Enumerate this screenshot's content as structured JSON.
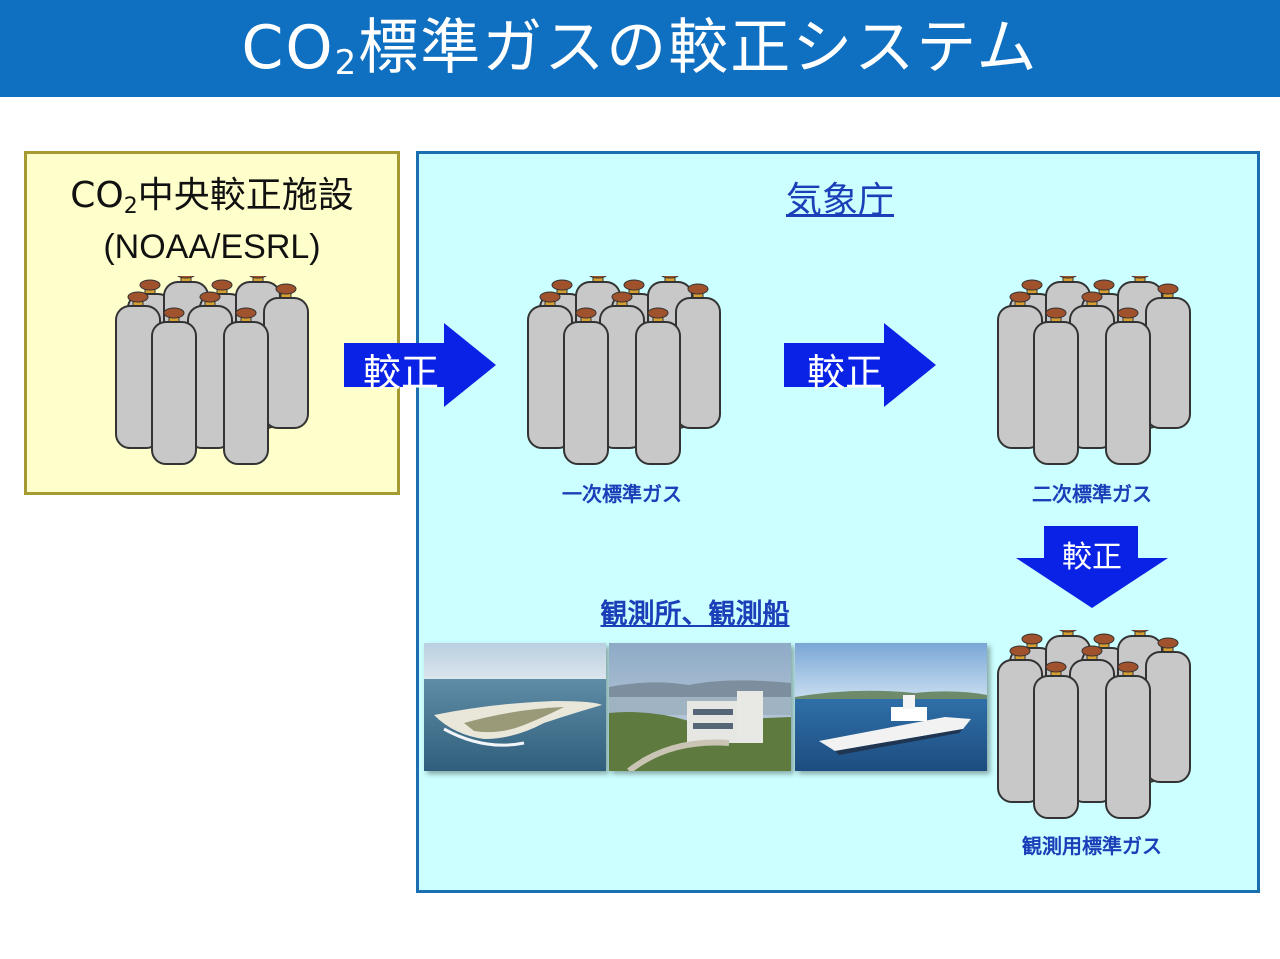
{
  "header": {
    "title_main": "CO",
    "title_sub": "2",
    "title_rest": "標準ガスの較正システム"
  },
  "central_facility": {
    "name_main": "CO",
    "name_sub": "2",
    "name_rest": "中央較正施設",
    "abbr": "(NOAA/ESRL)"
  },
  "jma": {
    "title": "気象庁"
  },
  "arrows": {
    "a1": "較正",
    "a2": "較正",
    "a3": "較正"
  },
  "gases": {
    "primary": "一次標準ガス",
    "secondary": "二次標準ガス",
    "working": "観測用標準ガス"
  },
  "observation": {
    "title": "観測所、観測船"
  },
  "colors": {
    "header": "#0f6fc0",
    "arrow": "#0a22e6",
    "cylinder": "#c8c8c8",
    "valve": "#a0522d",
    "label": "#1a3fb8"
  }
}
